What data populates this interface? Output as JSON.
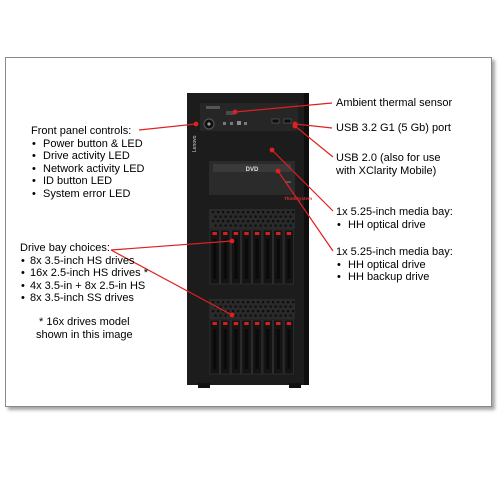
{
  "callouts": {
    "ambient": "Ambient thermal sensor",
    "usb3": "USB 3.2 G1 (5 Gb) port",
    "usb2": [
      "USB 2.0 (also for use",
      "with XClarity Mobile)"
    ],
    "media1": {
      "title": "1x 5.25-inch media bay:",
      "items": [
        "HH optical drive"
      ]
    },
    "media2": {
      "title": "1x 5.25-inch media bay:",
      "items": [
        "HH optical drive",
        "HH backup drive"
      ]
    },
    "front_panel": {
      "title": "Front panel controls:",
      "items": [
        "Power button & LED",
        "Drive activity LED",
        "Network activity LED",
        "ID button LED",
        "System error LED"
      ]
    },
    "drive_bay": {
      "title": "Drive bay choices:",
      "items": [
        "8x 3.5-inch HS drives",
        "16x 2.5-inch HS drives *",
        "4x 3.5-in + 8x 2.5-in HS",
        "8x 3.5-inch SS drives"
      ]
    },
    "note": [
      "* 16x drives model",
      "shown in this image"
    ]
  },
  "device_markings": {
    "brand": "Lenovo",
    "dvd": "DVD",
    "thinksystem": "ThinkSystem"
  },
  "colors": {
    "leader": "#e02020",
    "chassis": "#1c1c1c",
    "panel": "#2b2b2b",
    "drive_tab": "#d81e1e"
  }
}
